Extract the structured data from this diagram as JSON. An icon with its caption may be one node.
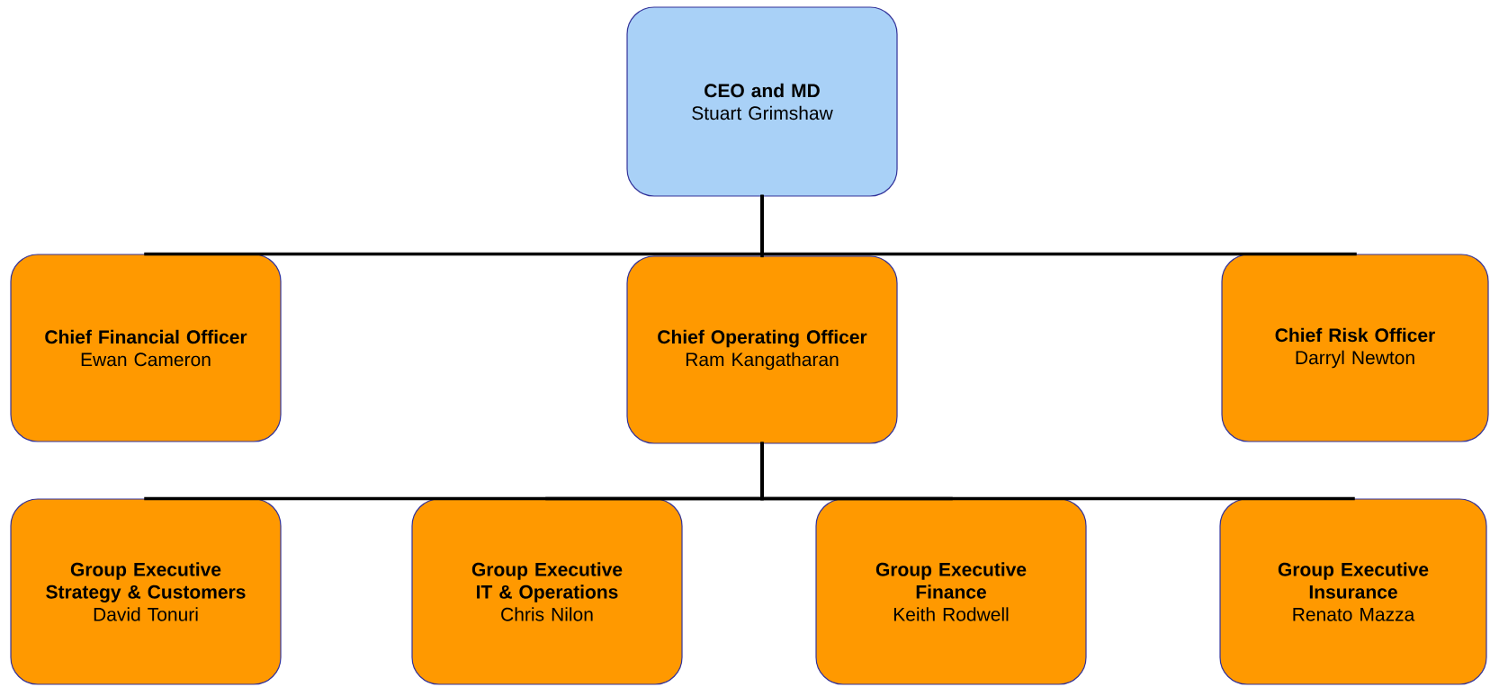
{
  "diagram": {
    "nodes": [
      {
        "text": [
          "CEO and MD",
          "Stuart Grimshaw"
        ]
      },
      {
        "text": [
          "Chief Financial Officer",
          "Ewan Cameron"
        ]
      },
      {
        "text": [
          "Chief Operating Officer",
          "Ram Kangatharan"
        ]
      },
      {
        "text": [
          "Chief Risk Officer",
          "Darryl Newton"
        ]
      },
      {
        "text": [
          "Group Executive Strategy & Customers",
          "David Tonuri"
        ]
      },
      {
        "text": [
          "Group Executive IT & Operations",
          "Chris Nilon"
        ]
      },
      {
        "text": [
          "Group Executive Finance",
          "Keith Rodwell"
        ]
      },
      {
        "text": [
          "Group Executive Insurance",
          "Renato Mazza"
        ]
      }
    ],
    "edges": [
      {
        "from": 0,
        "to": 1,
        "arrow": "none"
      },
      {
        "from": 0,
        "to": 2,
        "arrow": "none"
      },
      {
        "from": 0,
        "to": 3,
        "arrow": "none"
      },
      {
        "from": 2,
        "to": 4,
        "arrow": "none"
      },
      {
        "from": 2,
        "to": 5,
        "arrow": "none"
      },
      {
        "from": 2,
        "to": 6,
        "arrow": "none"
      },
      {
        "from": 2,
        "to": 7,
        "arrow": "none"
      }
    ]
  }
}
